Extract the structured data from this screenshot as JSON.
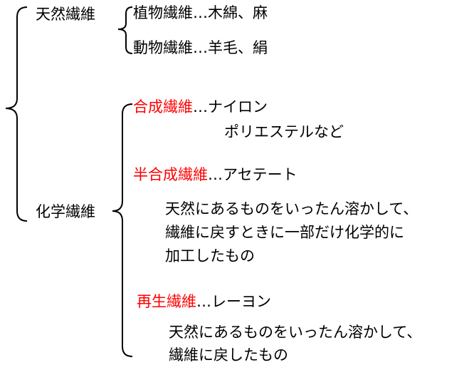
{
  "colors": {
    "highlight": "#ff0000",
    "text": "#000000"
  },
  "natural": {
    "label": "天然繊維",
    "plant": {
      "name": "植物繊維",
      "rest": "…木綿、麻"
    },
    "animal": {
      "name": "動物繊維",
      "rest": "…羊毛、絹"
    }
  },
  "chemical": {
    "label": "化学繊維",
    "synthetic": {
      "name": "合成繊維",
      "rest": "…ナイロン",
      "line2": "ポリエステルなど"
    },
    "semi": {
      "name": "半合成繊維",
      "rest": "…アセテート",
      "desc": [
        "天然にあるものをいったん溶かして、",
        "繊維に戻すときに一部だけ化学的に",
        "加工したもの"
      ]
    },
    "regen": {
      "name": "再生繊維",
      "rest": "…レーヨン",
      "desc": [
        "天然にあるものをいったん溶かして、",
        "繊維に戻したもの"
      ]
    }
  }
}
